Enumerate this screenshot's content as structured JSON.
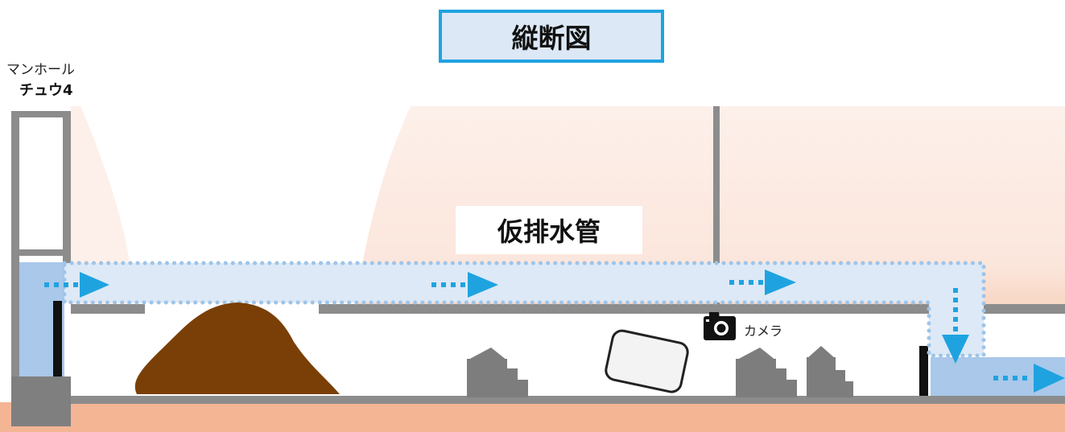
{
  "title": "縦断図",
  "manhole": {
    "label": "マンホール",
    "id": "チュウ4"
  },
  "bypass_pipe": {
    "label": "仮排水管"
  },
  "camera": {
    "label": "カメラ",
    "icon": "camera-icon"
  },
  "colors": {
    "title_border": "#1fa3e0",
    "title_fill": "#dce8f6",
    "flow_arrow": "#1fa3e0",
    "water": "#a9c8ea",
    "pipe_band": "#dde9f6",
    "soil_background": "#fbe9e1",
    "ground": "#f3b594",
    "sediment": "#7a3f06",
    "structure": "#8c8c8c",
    "debris": "#7d7d7d"
  }
}
